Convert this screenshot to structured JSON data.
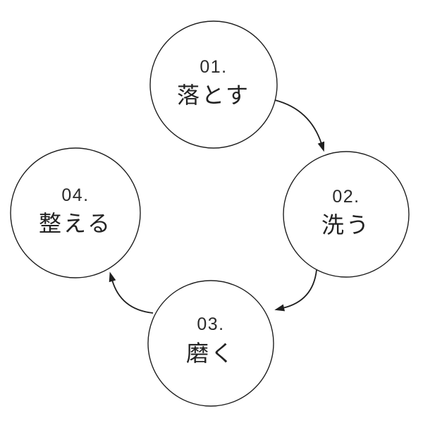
{
  "page": {
    "background_color": "#ffffff"
  },
  "diagram": {
    "type": "cycle",
    "stroke_color": "#1f1f1f",
    "circle_fill_color": "#ffffff",
    "text_color": "#2a2a2a",
    "steps": [
      {
        "number": "01.",
        "label": "落とす",
        "position": "top"
      },
      {
        "number": "02.",
        "label": "洗う",
        "position": "right"
      },
      {
        "number": "03.",
        "label": "磨く",
        "position": "bottom"
      },
      {
        "number": "04.",
        "label": "整える",
        "position": "left"
      }
    ],
    "arrows": [
      {
        "from": "01",
        "to": "02"
      },
      {
        "from": "02",
        "to": "03"
      },
      {
        "from": "03",
        "to": "04"
      }
    ]
  }
}
